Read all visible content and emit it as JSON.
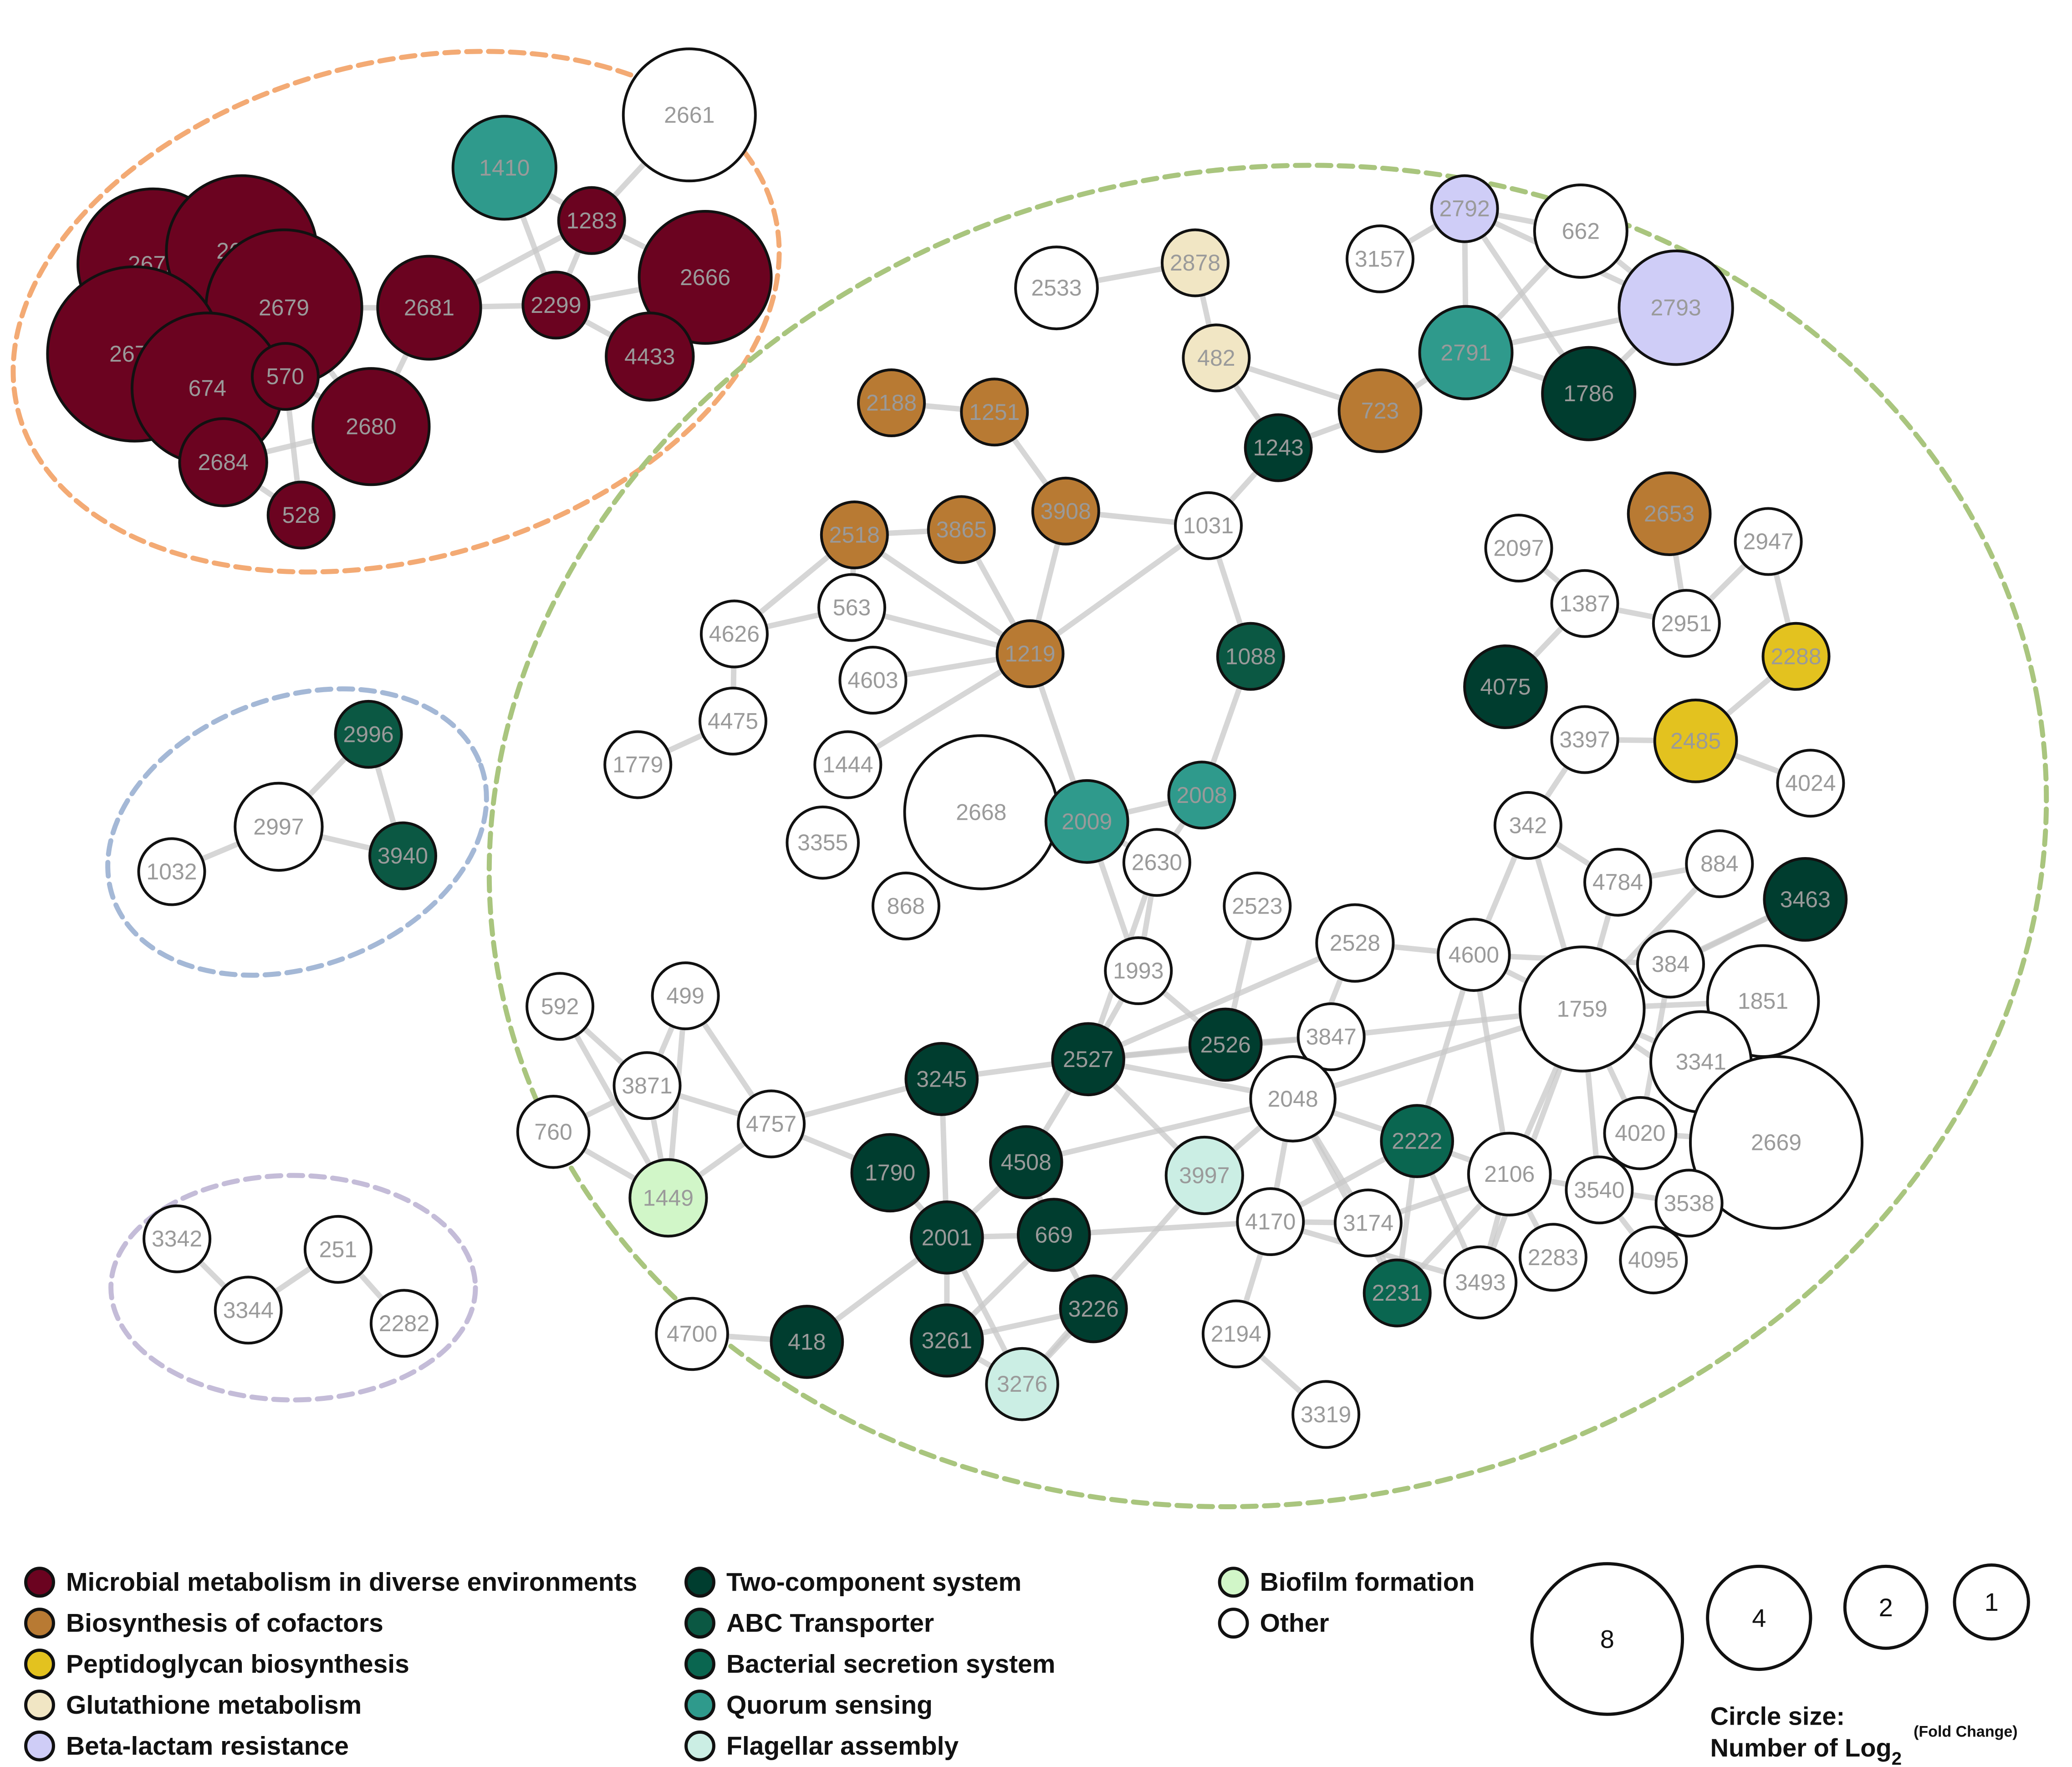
{
  "colors": {
    "metabolism": "#6b0320",
    "cofactors": "#b87a33",
    "peptidoglycan": "#e3c21f",
    "glutathione": "#f1e6c4",
    "betalactam": "#cfcdf7",
    "twocomponent": "#003d2f",
    "abc": "#0b5843",
    "secretion": "#0a6650",
    "quorum": "#2f9a8c",
    "flagellar": "#cbeee4",
    "biofilm": "#d1f6c8",
    "other": "#ffffff",
    "edge": "#c8c8c8",
    "cluster_orange": "#f3aa74",
    "cluster_green": "#a9c57e",
    "cluster_blue": "#a4b8d6",
    "cluster_purple": "#c4bcd8"
  },
  "legend": {
    "items": [
      {
        "label": "Microbial metabolism in diverse environments",
        "cat": "metabolism"
      },
      {
        "label": "Biosynthesis of cofactors",
        "cat": "cofactors"
      },
      {
        "label": "Peptidoglycan biosynthesis",
        "cat": "peptidoglycan"
      },
      {
        "label": "Glutathione metabolism",
        "cat": "glutathione"
      },
      {
        "label": "Beta-lactam resistance",
        "cat": "betalactam"
      },
      {
        "label": "Two-component system",
        "cat": "twocomponent"
      },
      {
        "label": "ABC Transporter",
        "cat": "abc"
      },
      {
        "label": "Bacterial secretion system",
        "cat": "secretion"
      },
      {
        "label": "Quorum sensing",
        "cat": "quorum"
      },
      {
        "label": "Flagellar assembly",
        "cat": "flagellar"
      },
      {
        "label": "Biofilm formation",
        "cat": "biofilm"
      },
      {
        "label": "Other",
        "cat": "other"
      }
    ],
    "sizes": [
      "8",
      "4",
      "2",
      "1"
    ],
    "caption_line1": "Circle size:",
    "caption_line2": "Number of Log",
    "caption_sub": "2",
    "caption_sup": "(Fold Change)"
  },
  "nodes": [
    {
      "id": "2661",
      "cat": "other",
      "size": 3
    },
    {
      "id": "1410",
      "cat": "quorum",
      "size": 2
    },
    {
      "id": "1283",
      "cat": "metabolism",
      "size": 1
    },
    {
      "id": "2672",
      "cat": "metabolism",
      "size": 5
    },
    {
      "id": "2664",
      "cat": "metabolism",
      "size": 5
    },
    {
      "id": "2679",
      "cat": "metabolism",
      "size": 6
    },
    {
      "id": "2681",
      "cat": "metabolism",
      "size": 2
    },
    {
      "id": "2299",
      "cat": "metabolism",
      "size": 1
    },
    {
      "id": "2666",
      "cat": "metabolism",
      "size": 3
    },
    {
      "id": "4433",
      "cat": "metabolism",
      "size": 1.5
    },
    {
      "id": "2673",
      "cat": "metabolism",
      "size": 7
    },
    {
      "id": "674",
      "cat": "metabolism",
      "size": 5
    },
    {
      "id": "570",
      "cat": "metabolism",
      "size": 1
    },
    {
      "id": "2680",
      "cat": "metabolism",
      "size": 2.5
    },
    {
      "id": "2684",
      "cat": "metabolism",
      "size": 1.5
    },
    {
      "id": "528",
      "cat": "metabolism",
      "size": 1
    },
    {
      "id": "2996",
      "cat": "abc",
      "size": 1
    },
    {
      "id": "2997",
      "cat": "other",
      "size": 1.5
    },
    {
      "id": "3940",
      "cat": "abc",
      "size": 1
    },
    {
      "id": "1032",
      "cat": "other",
      "size": 1
    },
    {
      "id": "3342",
      "cat": "other",
      "size": 1
    },
    {
      "id": "251",
      "cat": "other",
      "size": 1
    },
    {
      "id": "3344",
      "cat": "other",
      "size": 1
    },
    {
      "id": "2282",
      "cat": "other",
      "size": 1
    },
    {
      "id": "2792",
      "cat": "betalactam",
      "size": 1
    },
    {
      "id": "662",
      "cat": "other",
      "size": 1.6
    },
    {
      "id": "3157",
      "cat": "other",
      "size": 1
    },
    {
      "id": "2878",
      "cat": "glutathione",
      "size": 1
    },
    {
      "id": "2533",
      "cat": "other",
      "size": 1.3
    },
    {
      "id": "2793",
      "cat": "betalactam",
      "size": 2.4
    },
    {
      "id": "482",
      "cat": "glutathione",
      "size": 1
    },
    {
      "id": "2791",
      "cat": "quorum",
      "size": 1.6
    },
    {
      "id": "1786",
      "cat": "twocomponent",
      "size": 1.6
    },
    {
      "id": "2188",
      "cat": "cofactors",
      "size": 1
    },
    {
      "id": "1251",
      "cat": "cofactors",
      "size": 1
    },
    {
      "id": "723",
      "cat": "cofactors",
      "size": 1.3
    },
    {
      "id": "1243",
      "cat": "twocomponent",
      "size": 1
    },
    {
      "id": "3908",
      "cat": "cofactors",
      "size": 1
    },
    {
      "id": "1031",
      "cat": "other",
      "size": 1
    },
    {
      "id": "2518",
      "cat": "cofactors",
      "size": 1
    },
    {
      "id": "3865",
      "cat": "cofactors",
      "size": 1
    },
    {
      "id": "2653",
      "cat": "cofactors",
      "size": 1.3
    },
    {
      "id": "2097",
      "cat": "other",
      "size": 1
    },
    {
      "id": "2947",
      "cat": "other",
      "size": 1
    },
    {
      "id": "563",
      "cat": "other",
      "size": 1
    },
    {
      "id": "4626",
      "cat": "other",
      "size": 1
    },
    {
      "id": "1387",
      "cat": "other",
      "size": 1
    },
    {
      "id": "2951",
      "cat": "other",
      "size": 1
    },
    {
      "id": "1219",
      "cat": "cofactors",
      "size": 1
    },
    {
      "id": "4603",
      "cat": "other",
      "size": 1
    },
    {
      "id": "1088",
      "cat": "abc",
      "size": 1
    },
    {
      "id": "2288",
      "cat": "peptidoglycan",
      "size": 1
    },
    {
      "id": "4075",
      "cat": "twocomponent",
      "size": 1.3
    },
    {
      "id": "4475",
      "cat": "other",
      "size": 1
    },
    {
      "id": "1779",
      "cat": "other",
      "size": 1
    },
    {
      "id": "1444",
      "cat": "other",
      "size": 1
    },
    {
      "id": "3397",
      "cat": "other",
      "size": 1
    },
    {
      "id": "2485",
      "cat": "peptidoglycan",
      "size": 1.3
    },
    {
      "id": "4024",
      "cat": "other",
      "size": 1
    },
    {
      "id": "2668",
      "cat": "other",
      "size": 4.3
    },
    {
      "id": "2009",
      "cat": "quorum",
      "size": 1.3
    },
    {
      "id": "2008",
      "cat": "quorum",
      "size": 1
    },
    {
      "id": "3355",
      "cat": "other",
      "size": 1.1
    },
    {
      "id": "342",
      "cat": "other",
      "size": 1
    },
    {
      "id": "2630",
      "cat": "other",
      "size": 1
    },
    {
      "id": "868",
      "cat": "other",
      "size": 1
    },
    {
      "id": "4784",
      "cat": "other",
      "size": 1
    },
    {
      "id": "884",
      "cat": "other",
      "size": 1
    },
    {
      "id": "3463",
      "cat": "twocomponent",
      "size": 1.3
    },
    {
      "id": "2523",
      "cat": "other",
      "size": 1
    },
    {
      "id": "2528",
      "cat": "other",
      "size": 1.2
    },
    {
      "id": "4600",
      "cat": "other",
      "size": 1.1
    },
    {
      "id": "384",
      "cat": "other",
      "size": 1
    },
    {
      "id": "1993",
      "cat": "other",
      "size": 1
    },
    {
      "id": "592",
      "cat": "other",
      "size": 1
    },
    {
      "id": "499",
      "cat": "other",
      "size": 1
    },
    {
      "id": "1759",
      "cat": "other",
      "size": 2.7
    },
    {
      "id": "1851",
      "cat": "other",
      "size": 2.3
    },
    {
      "id": "3847",
      "cat": "other",
      "size": 1
    },
    {
      "id": "2526",
      "cat": "twocomponent",
      "size": 1.1
    },
    {
      "id": "2527",
      "cat": "twocomponent",
      "size": 1.1
    },
    {
      "id": "3871",
      "cat": "other",
      "size": 1
    },
    {
      "id": "3245",
      "cat": "twocomponent",
      "size": 1.1
    },
    {
      "id": "3341",
      "cat": "other",
      "size": 1.8
    },
    {
      "id": "760",
      "cat": "other",
      "size": 1.1
    },
    {
      "id": "4757",
      "cat": "other",
      "size": 1
    },
    {
      "id": "2048",
      "cat": "other",
      "size": 1.4
    },
    {
      "id": "2222",
      "cat": "secretion",
      "size": 1.1
    },
    {
      "id": "4020",
      "cat": "other",
      "size": 1.1
    },
    {
      "id": "2669",
      "cat": "other",
      "size": 4.9
    },
    {
      "id": "1790",
      "cat": "twocomponent",
      "size": 1.2
    },
    {
      "id": "4508",
      "cat": "twocomponent",
      "size": 1.1
    },
    {
      "id": "3997",
      "cat": "flagellar",
      "size": 1.2
    },
    {
      "id": "2106",
      "cat": "other",
      "size": 1.3
    },
    {
      "id": "1449",
      "cat": "biofilm",
      "size": 1.2
    },
    {
      "id": "3540",
      "cat": "other",
      "size": 1
    },
    {
      "id": "3538",
      "cat": "other",
      "size": 1
    },
    {
      "id": "2001",
      "cat": "twocomponent",
      "size": 1.1
    },
    {
      "id": "669",
      "cat": "twocomponent",
      "size": 1.1
    },
    {
      "id": "4170",
      "cat": "other",
      "size": 1
    },
    {
      "id": "3174",
      "cat": "other",
      "size": 1
    },
    {
      "id": "2283",
      "cat": "other",
      "size": 1
    },
    {
      "id": "4095",
      "cat": "other",
      "size": 1
    },
    {
      "id": "2231",
      "cat": "secretion",
      "size": 1
    },
    {
      "id": "3493",
      "cat": "other",
      "size": 1.1
    },
    {
      "id": "3226",
      "cat": "twocomponent",
      "size": 1
    },
    {
      "id": "4700",
      "cat": "other",
      "size": 1.1
    },
    {
      "id": "418",
      "cat": "twocomponent",
      "size": 1.1
    },
    {
      "id": "3261",
      "cat": "twocomponent",
      "size": 1.1
    },
    {
      "id": "2194",
      "cat": "other",
      "size": 1
    },
    {
      "id": "3276",
      "cat": "flagellar",
      "size": 1.1
    },
    {
      "id": "3319",
      "cat": "other",
      "size": 1
    }
  ],
  "edges": [
    [
      "2673",
      "2672"
    ],
    [
      "2673",
      "2664"
    ],
    [
      "2673",
      "674"
    ],
    [
      "2672",
      "2664"
    ],
    [
      "2672",
      "2679"
    ],
    [
      "2672",
      "674"
    ],
    [
      "2664",
      "2679"
    ],
    [
      "2679",
      "674"
    ],
    [
      "2679",
      "570"
    ],
    [
      "2679",
      "2681"
    ],
    [
      "2679",
      "2680"
    ],
    [
      "674",
      "570"
    ],
    [
      "674",
      "2684"
    ],
    [
      "570",
      "2684"
    ],
    [
      "570",
      "528"
    ],
    [
      "570",
      "2680"
    ],
    [
      "2684",
      "2680"
    ],
    [
      "2684",
      "528"
    ],
    [
      "2681",
      "2299"
    ],
    [
      "2681",
      "2680"
    ],
    [
      "2681",
      "1283"
    ],
    [
      "2299",
      "1283"
    ],
    [
      "2299",
      "2666"
    ],
    [
      "2299",
      "4433"
    ],
    [
      "1283",
      "1410"
    ],
    [
      "1283",
      "2661"
    ],
    [
      "1283",
      "2666"
    ],
    [
      "2666",
      "4433"
    ],
    [
      "1410",
      "2299"
    ],
    [
      "2996",
      "2997"
    ],
    [
      "2996",
      "3940"
    ],
    [
      "2997",
      "3940"
    ],
    [
      "2997",
      "1032"
    ],
    [
      "3342",
      "3344"
    ],
    [
      "3344",
      "251"
    ],
    [
      "251",
      "2282"
    ],
    [
      "2792",
      "2791"
    ],
    [
      "2792",
      "662"
    ],
    [
      "2792",
      "3157"
    ],
    [
      "2792",
      "1786"
    ],
    [
      "662",
      "2793"
    ],
    [
      "662",
      "2791"
    ],
    [
      "2791",
      "2793"
    ],
    [
      "2791",
      "1786"
    ],
    [
      "1786",
      "2793"
    ],
    [
      "2792",
      "2793"
    ],
    [
      "2791",
      "723"
    ],
    [
      "723",
      "1243"
    ],
    [
      "723",
      "482"
    ],
    [
      "482",
      "2878"
    ],
    [
      "2878",
      "2533"
    ],
    [
      "482",
      "1243"
    ],
    [
      "1243",
      "1031"
    ],
    [
      "2188",
      "1251"
    ],
    [
      "1251",
      "3908"
    ],
    [
      "3908",
      "1219"
    ],
    [
      "3908",
      "1031"
    ],
    [
      "2518",
      "3865"
    ],
    [
      "2518",
      "1219"
    ],
    [
      "2518",
      "563"
    ],
    [
      "2518",
      "4626"
    ],
    [
      "563",
      "1219"
    ],
    [
      "3865",
      "1219"
    ],
    [
      "4626",
      "563"
    ],
    [
      "4603",
      "1219"
    ],
    [
      "1444",
      "1219"
    ],
    [
      "1219",
      "2009"
    ],
    [
      "1219",
      "1031"
    ],
    [
      "1031",
      "1088"
    ],
    [
      "1088",
      "2008"
    ],
    [
      "2008",
      "2009"
    ],
    [
      "2008",
      "2630"
    ],
    [
      "2009",
      "2630"
    ],
    [
      "2009",
      "1993"
    ],
    [
      "4475",
      "4626"
    ],
    [
      "4475",
      "1779"
    ],
    [
      "2653",
      "2951"
    ],
    [
      "2947",
      "2288"
    ],
    [
      "2947",
      "2951"
    ],
    [
      "2288",
      "2485"
    ],
    [
      "2485",
      "3397"
    ],
    [
      "2485",
      "4024"
    ],
    [
      "3397",
      "342"
    ],
    [
      "1387",
      "2951"
    ],
    [
      "1387",
      "4075"
    ],
    [
      "2097",
      "1387"
    ],
    [
      "342",
      "4784"
    ],
    [
      "342",
      "1759"
    ],
    [
      "342",
      "4600"
    ],
    [
      "4784",
      "884"
    ],
    [
      "884",
      "1759"
    ],
    [
      "4784",
      "1759"
    ],
    [
      "3463",
      "384"
    ],
    [
      "3463",
      "1759"
    ],
    [
      "4600",
      "1759"
    ],
    [
      "4600",
      "384"
    ],
    [
      "4600",
      "2528"
    ],
    [
      "4600",
      "2106"
    ],
    [
      "4600",
      "2222"
    ],
    [
      "384",
      "1759"
    ],
    [
      "384",
      "4020"
    ],
    [
      "1759",
      "1851"
    ],
    [
      "1759",
      "3341"
    ],
    [
      "1759",
      "2048"
    ],
    [
      "1759",
      "4020"
    ],
    [
      "1759",
      "2106"
    ],
    [
      "1759",
      "3540"
    ],
    [
      "1759",
      "2669"
    ],
    [
      "1759",
      "3847"
    ],
    [
      "1759",
      "3493"
    ],
    [
      "1851",
      "3341"
    ],
    [
      "3341",
      "2669"
    ],
    [
      "4020",
      "2669"
    ],
    [
      "4020",
      "3540"
    ],
    [
      "3540",
      "3538"
    ],
    [
      "3540",
      "4095"
    ],
    [
      "3540",
      "2106"
    ],
    [
      "2106",
      "2222"
    ],
    [
      "2106",
      "2231"
    ],
    [
      "2106",
      "3493"
    ],
    [
      "2106",
      "2283"
    ],
    [
      "2106",
      "3174"
    ],
    [
      "2222",
      "2231"
    ],
    [
      "2222",
      "4170"
    ],
    [
      "2222",
      "3493"
    ],
    [
      "2231",
      "3174"
    ],
    [
      "2231",
      "2048"
    ],
    [
      "3174",
      "4170"
    ],
    [
      "2528",
      "2527"
    ],
    [
      "2528",
      "2048"
    ],
    [
      "2523",
      "2526"
    ],
    [
      "2630",
      "1993"
    ],
    [
      "2630",
      "2527"
    ],
    [
      "1993",
      "2527"
    ],
    [
      "1993",
      "2526"
    ],
    [
      "2526",
      "2527"
    ],
    [
      "2527",
      "3245"
    ],
    [
      "2527",
      "4508"
    ],
    [
      "2527",
      "2048"
    ],
    [
      "2526",
      "3847"
    ],
    [
      "2048",
      "4170"
    ],
    [
      "2048",
      "4508"
    ],
    [
      "2048",
      "3997"
    ],
    [
      "2048",
      "3174"
    ],
    [
      "2048",
      "2222"
    ],
    [
      "3847",
      "2527"
    ],
    [
      "3245",
      "4757"
    ],
    [
      "3245",
      "2001"
    ],
    [
      "1790",
      "2001"
    ],
    [
      "1790",
      "4757"
    ],
    [
      "4508",
      "669"
    ],
    [
      "4508",
      "2001"
    ],
    [
      "2001",
      "669"
    ],
    [
      "2001",
      "3261"
    ],
    [
      "2001",
      "3276"
    ],
    [
      "2001",
      "418"
    ],
    [
      "669",
      "3226"
    ],
    [
      "669",
      "3261"
    ],
    [
      "669",
      "4170"
    ],
    [
      "3226",
      "3276"
    ],
    [
      "3261",
      "3276"
    ],
    [
      "3226",
      "3261"
    ],
    [
      "418",
      "4700"
    ],
    [
      "3997",
      "3276"
    ],
    [
      "3997",
      "2527"
    ],
    [
      "4170",
      "2194"
    ],
    [
      "2194",
      "3319"
    ],
    [
      "4170",
      "3493"
    ],
    [
      "592",
      "3871"
    ],
    [
      "592",
      "1449"
    ],
    [
      "499",
      "3871"
    ],
    [
      "499",
      "1449"
    ],
    [
      "499",
      "4757"
    ],
    [
      "3871",
      "760"
    ],
    [
      "3871",
      "4757"
    ],
    [
      "760",
      "1449"
    ],
    [
      "1449",
      "4757"
    ],
    [
      "3871",
      "1449"
    ]
  ]
}
